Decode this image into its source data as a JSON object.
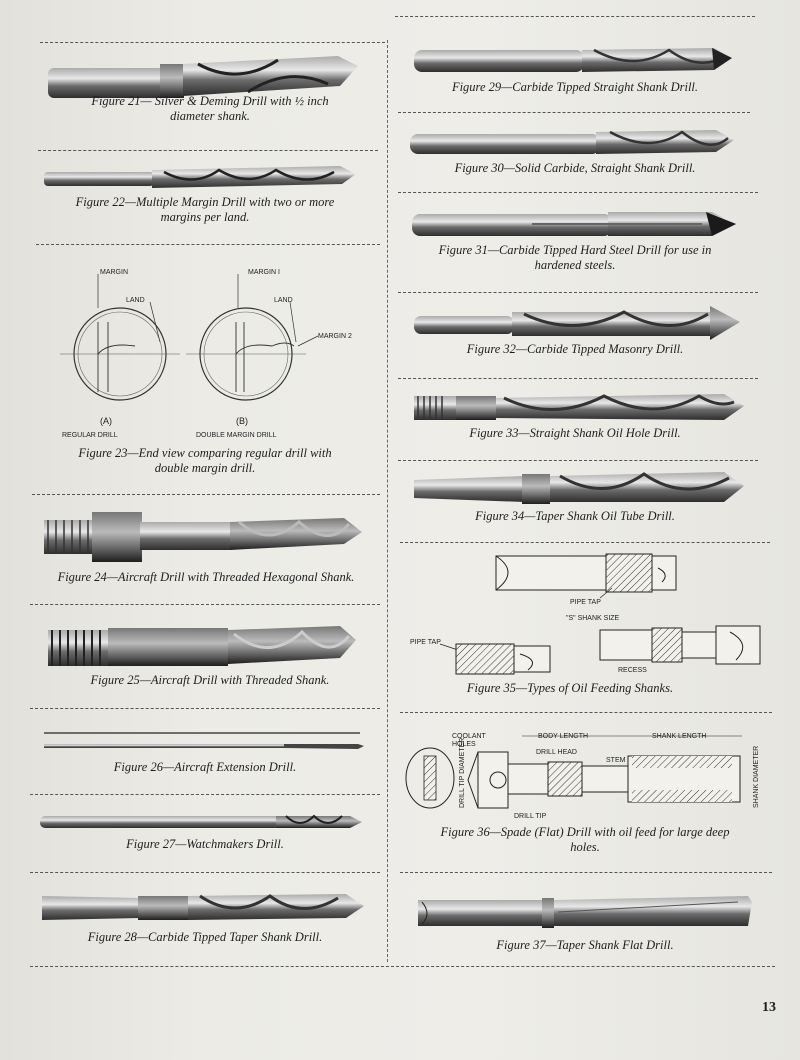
{
  "page_number": "13",
  "figures": {
    "f21": "Figure 21— Silver & Deming Drill with ½ inch diameter shank.",
    "f22": "Figure 22—Multiple Margin Drill with two or more margins per land.",
    "f23": "Figure 23—End view comparing regular drill with double margin drill.",
    "f24": "Figure 24—Aircraft Drill with Threaded Hexagonal Shank.",
    "f25": "Figure 25—Aircraft Drill with Threaded Shank.",
    "f26": "Figure 26—Aircraft Extension Drill.",
    "f27": "Figure 27—Watchmakers Drill.",
    "f28": "Figure 28—Carbide Tipped Taper Shank Drill.",
    "f29": "Figure 29—Carbide Tipped Straight Shank Drill.",
    "f30": "Figure 30—Solid Carbide, Straight Shank Drill.",
    "f31": "Figure 31—Carbide Tipped Hard Steel Drill for use in hardened steels.",
    "f32": "Figure 32—Carbide Tipped Masonry Drill.",
    "f33": "Figure 33—Straight Shank Oil Hole Drill.",
    "f34": "Figure 34—Taper Shank Oil Tube Drill.",
    "f35": "Figure 35—Types of Oil Feeding Shanks.",
    "f36": "Figure 36—Spade (Flat) Drill with oil feed for large deep holes.",
    "f37": "Figure 37—Taper Shank Flat Drill."
  },
  "diagram23": {
    "margin": "MARGIN",
    "land": "LAND",
    "margin1": "MARGIN I",
    "land2": "LAND",
    "margin2": "MARGIN 2",
    "a": "(A)",
    "b": "(B)",
    "regular": "REGULAR DRILL",
    "double": "DOUBLE MARGIN DRILL"
  },
  "diagram35": {
    "pipe_tap_1": "PIPE TAP",
    "shank_size": "\"S\" SHANK SIZE",
    "pipe_tap_2": "PIPE TAP",
    "recess": "RECESS"
  },
  "diagram36": {
    "coolant": "COOLANT",
    "holes": "HOLES",
    "body_length": "BODY LENGTH",
    "shank_length": "SHANK LENGTH",
    "drill_head": "DRILL HEAD",
    "stem": "STEM",
    "drill_tip_dia": "DRILL TIP DIAMETER",
    "shank_dia": "SHANK DIAMETER",
    "drill_tip": "DRILL TIP"
  }
}
